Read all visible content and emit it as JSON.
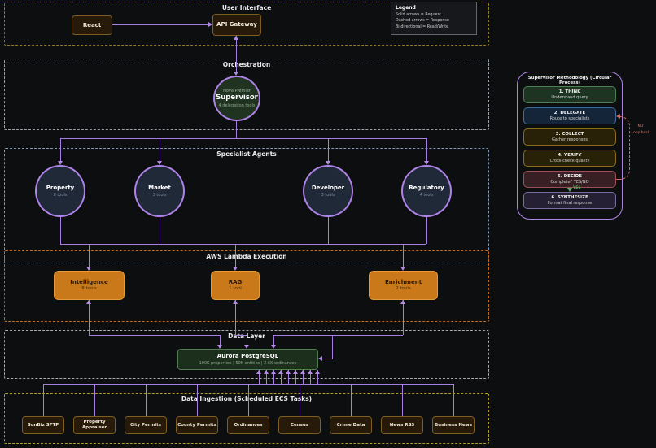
{
  "colors": {
    "accent_purple": "#a87fe0",
    "lambda_orange": "#c9791a",
    "db_green": "#4f7d4f",
    "loop_red": "#cf6a5f",
    "yes_green": "#5fae5f"
  },
  "legend": {
    "title": "Legend",
    "items": [
      "Solid arrows = Request",
      "Dashed arrows = Response",
      "Bi-directional = Read/Write"
    ]
  },
  "sections": {
    "ui": "User Interface",
    "orchestration": "Orchestration",
    "agents": "Specialist Agents",
    "lambda": "AWS Lambda Execution",
    "data": "Data Layer",
    "ingestion": "Data Ingestion (Scheduled ECS Tasks)"
  },
  "ui_nodes": {
    "react": "React",
    "api_gateway": "API Gateway"
  },
  "supervisor": {
    "model": "Nova Premier",
    "name": "Supervisor",
    "subtitle": "4 delegation tools"
  },
  "agents": [
    {
      "name": "Property",
      "tools": "8 tools"
    },
    {
      "name": "Market",
      "tools": "3 tools"
    },
    {
      "name": "Developer",
      "tools": "3 tools"
    },
    {
      "name": "Regulatory",
      "tools": "4 tools"
    }
  ],
  "lambdas": [
    {
      "name": "Intelligence",
      "tools": "8 tools"
    },
    {
      "name": "RAG",
      "tools": "1 tool"
    },
    {
      "name": "Enrichment",
      "tools": "2 tools"
    }
  ],
  "database": {
    "name": "Aurora PostgreSQL",
    "stats": "100K properties | 50K entities | 2.6K ordinances"
  },
  "ingestion": {
    "sources": [
      "SunBiz SFTP",
      "Property Appraiser",
      "City Permits",
      "County Permits",
      "Ordinances",
      "Census",
      "Crime Data",
      "News RSS",
      "Business News"
    ]
  },
  "methodology": {
    "title": "Supervisor Methodology (Circular Process)",
    "steps": [
      {
        "title": "1. THINK",
        "subtitle": "Understand query"
      },
      {
        "title": "2. DELEGATE",
        "subtitle": "Route to specialists"
      },
      {
        "title": "3. COLLECT",
        "subtitle": "Gather responses"
      },
      {
        "title": "4. VERIFY",
        "subtitle": "Cross-check quality"
      },
      {
        "title": "5. DECIDE",
        "subtitle": "Complete? YES/NO"
      },
      {
        "title": "6. SYNTHESIZE",
        "subtitle": "Format final response"
      }
    ],
    "loop_no": "NO",
    "loop_back": "Loop back",
    "yes_label": "YES"
  }
}
